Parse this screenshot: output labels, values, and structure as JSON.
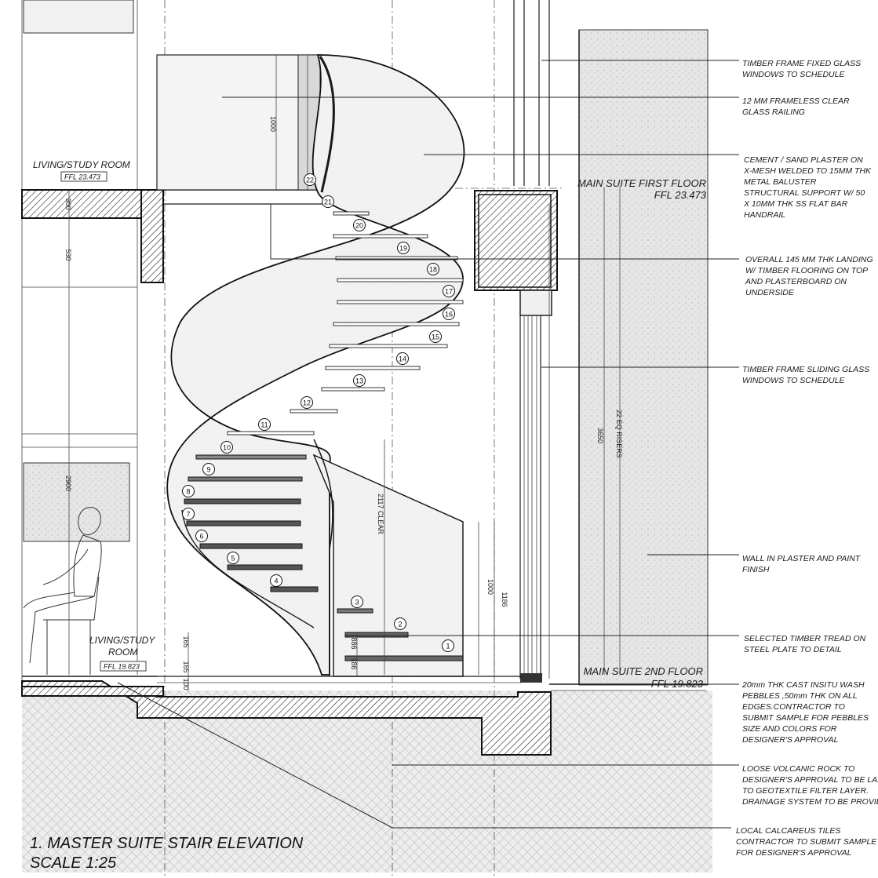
{
  "title": {
    "line1": "1. MASTER SUITE STAIR ELEVATION",
    "line2": "SCALE 1:25"
  },
  "levels": {
    "living_upper": {
      "room": "LIVING/STUDY ROOM",
      "ffl": "FFL 23.473"
    },
    "living_lower": {
      "room_line1": "LIVING/STUDY",
      "room_line2": "ROOM",
      "ffl": "FFL 19.823"
    },
    "main_first": {
      "name": "MAIN SUITE FIRST FLOOR",
      "ffl": "FFL 23.473"
    },
    "main_second": {
      "name": "MAIN SUITE 2ND FLOOR",
      "ffl": "FFL 19.823"
    }
  },
  "notes": [
    {
      "lines": [
        "TIMBER FRAME FIXED GLASS",
        "WINDOWS TO SCHEDULE"
      ]
    },
    {
      "lines": [
        "12 MM FRAMELESS CLEAR",
        "GLASS RAILING"
      ]
    },
    {
      "lines": [
        "CEMENT / SAND PLASTER ON",
        "X-MESH WELDED TO 15MM THK",
        "METAL BALUSTER",
        "STRUCTURAL SUPPORT W/ 50",
        "X 10MM THK SS FLAT BAR",
        "HANDRAIL"
      ]
    },
    {
      "lines": [
        "OVERALL 145 MM THK LANDING",
        "W/ TIMBER FLOORING ON TOP",
        "AND PLASTERBOARD ON",
        "UNDERSIDE"
      ]
    },
    {
      "lines": [
        "TIMBER FRAME SLIDING GLASS",
        "WINDOWS TO SCHEDULE"
      ]
    },
    {
      "lines": [
        "WALL IN PLASTER AND PAINT",
        "FINISH"
      ]
    },
    {
      "lines": [
        "SELECTED TIMBER TREAD ON",
        "STEEL PLATE TO DETAIL"
      ]
    },
    {
      "lines": [
        "20mm THK CAST INSITU WASH",
        "PEBBLES ,50mm THK ON ALL",
        "EDGES.CONTRACTOR TO",
        "SUBMIT SAMPLE FOR PEBBLES",
        "SIZE AND COLORS FOR",
        "DESIGNER'S APPROVAL"
      ]
    },
    {
      "lines": [
        "LOOSE VOLCANIC ROCK TO",
        "DESIGNER'S APPROVAL TO BE LAI",
        "TO GEOTEXTILE FILTER LAYER.",
        "DRAINAGE SYSTEM TO BE PROVID"
      ]
    },
    {
      "lines": [
        "LOCAL CALCAREUS TILES",
        "CONTRACTOR TO SUBMIT SAMPLE",
        "FOR DESIGNER'S APPROVAL"
      ]
    }
  ],
  "dimensions": {
    "rail_height_upper": "1000",
    "d_300": "300",
    "d_530": "530",
    "d_2900": "2900",
    "clear": "2117 CLEAR",
    "d_3650": "3650",
    "risers": "22 EQ RISERS",
    "d_1000": "1000",
    "d_1186": "1186",
    "d_165a": "165",
    "d_165b": "165",
    "d_100": "100",
    "d_186": "186",
    "d_886": "886"
  },
  "treads": [
    "1",
    "2",
    "3",
    "4",
    "5",
    "6",
    "7",
    "8",
    "9",
    "10",
    "11",
    "12",
    "13",
    "14",
    "15",
    "16",
    "17",
    "18",
    "19",
    "20",
    "21",
    "22"
  ]
}
